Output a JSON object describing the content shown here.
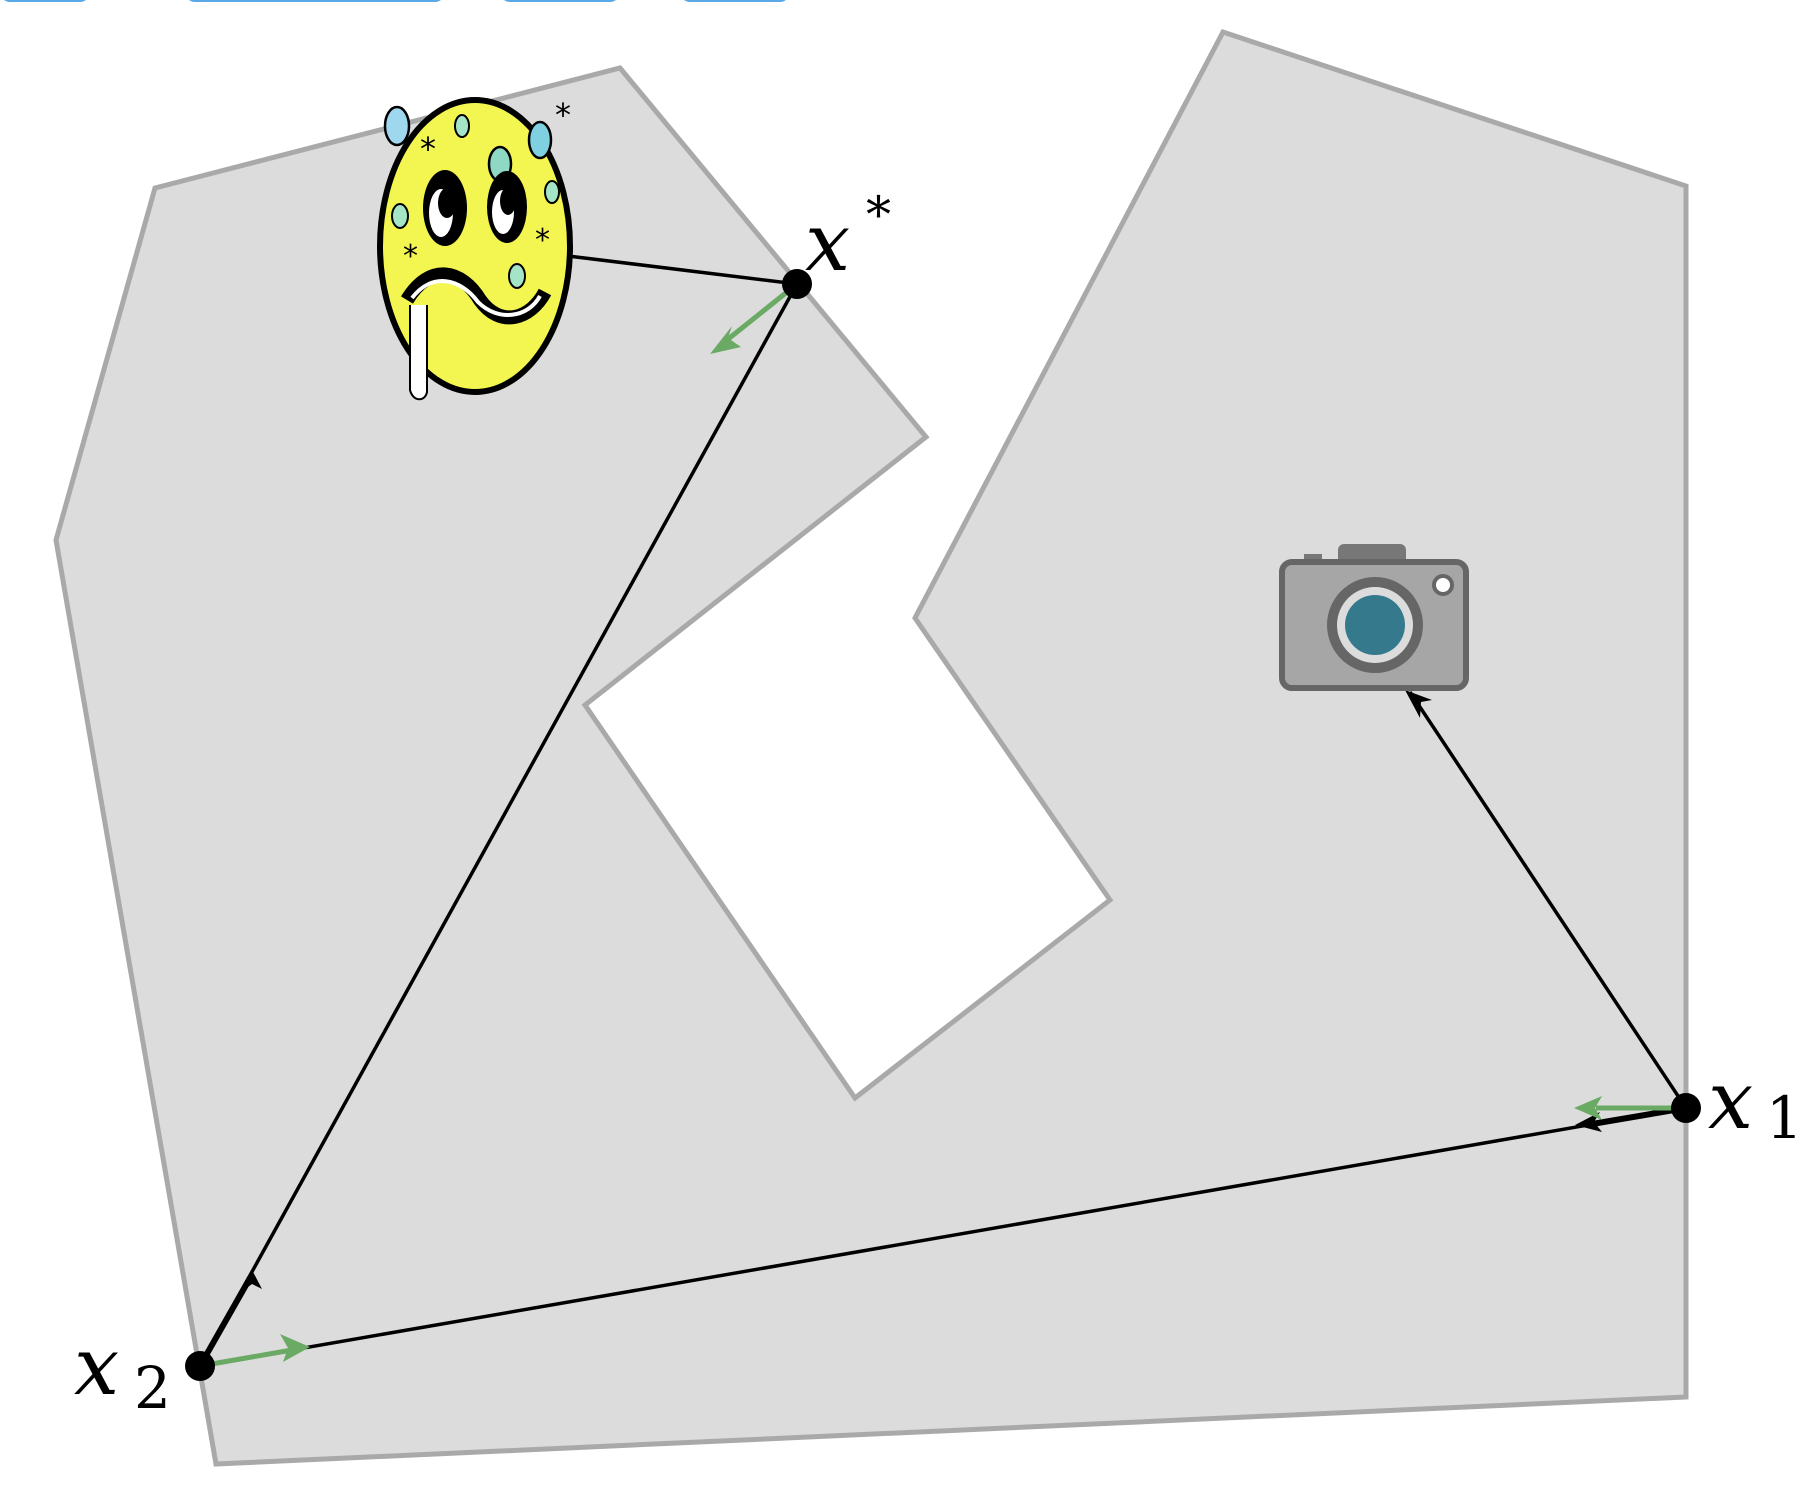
{
  "colors": {
    "region_fill": "#dcdcdc",
    "region_stroke": "#a9a9a9",
    "path": "#000000",
    "gradient_arrow": "#6aaa64",
    "face_fill": "#f3f551",
    "camera_body": "#a6a6a6",
    "camera_lens": "#357a8c",
    "top_tabs": "#5aa9e6"
  },
  "icons": {
    "sick_face": "sick-face-icon",
    "camera": "camera-icon"
  },
  "points": {
    "x_star": {
      "base": "x",
      "mark": "*"
    },
    "x1": {
      "base": "x",
      "mark": "1"
    },
    "x2": {
      "base": "x",
      "mark": "2"
    }
  }
}
